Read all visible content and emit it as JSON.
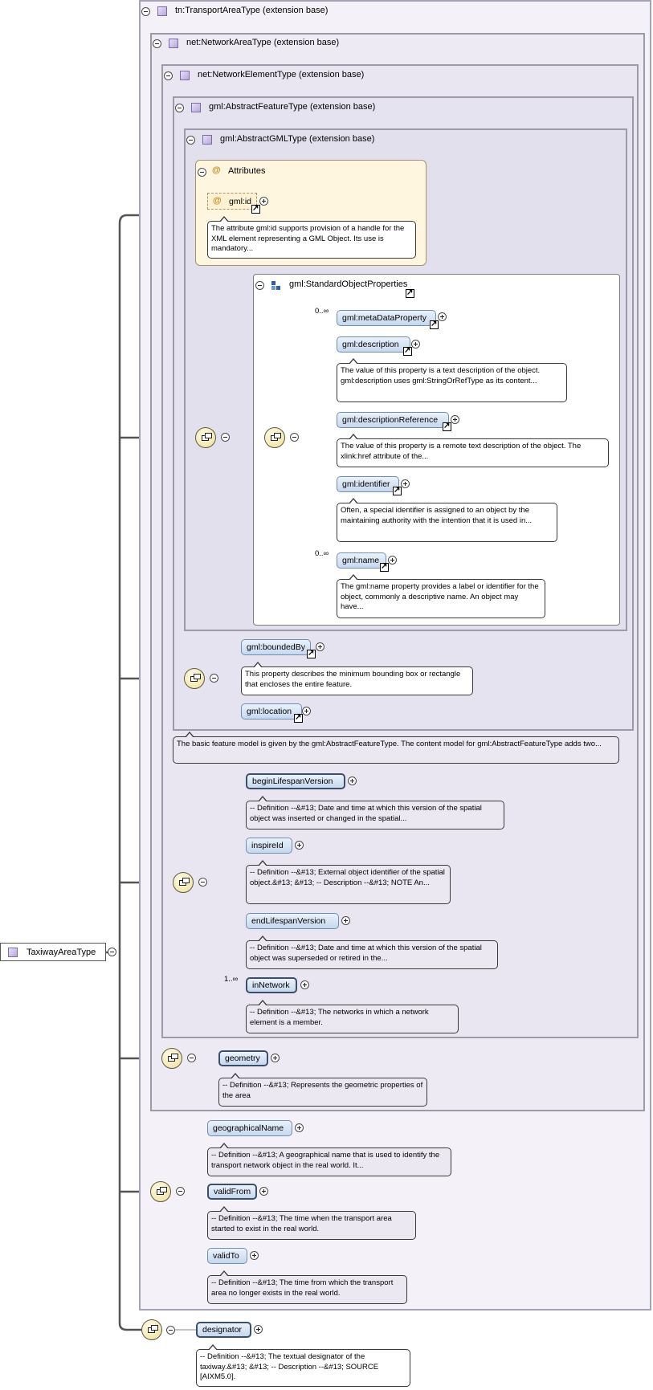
{
  "root": {
    "label": "TaxiwayAreaType"
  },
  "types": {
    "transport": "tn:TransportAreaType (extension base)",
    "network": "net:NetworkAreaType (extension base)",
    "element": "net:NetworkElementType (extension base)",
    "feature": "gml:AbstractFeatureType (extension base)",
    "gml": "gml:AbstractGMLType (extension base)"
  },
  "attributes": {
    "title": "Attributes",
    "id": {
      "label": "gml:id",
      "note": "The attribute gml:id supports provision of a handle for the XML element representing a GML Object. Its use is mandatory..."
    }
  },
  "standard_props": {
    "title": "gml:StandardObjectProperties",
    "meta": {
      "label": "gml:metaDataProperty",
      "mult": "0..∞"
    },
    "description": {
      "label": "gml:description",
      "note": "The value of this property is a text description of the object. gml:description uses gml:StringOrRefType as its content..."
    },
    "descriptionReference": {
      "label": "gml:descriptionReference",
      "note": "The value of this property is a remote text description of the object. The xlink:href attribute of the..."
    },
    "identifier": {
      "label": "gml:identifier",
      "note": "Often, a special identifier is assigned to an object by the maintaining authority with the intention that it is used in..."
    },
    "name": {
      "label": "gml:name",
      "mult": "0..∞",
      "note": "The gml:name property provides a label or identifier for the object, commonly a descriptive name. An object may have..."
    }
  },
  "feature_props": {
    "boundedBy": {
      "label": "gml:boundedBy",
      "note": "This property describes the minimum bounding box or rectangle that encloses the entire feature."
    },
    "location": {
      "label": "gml:location"
    },
    "feature_note": "The basic feature model is given by the gml:AbstractFeatureType. The content model for gml:AbstractFeatureType adds two..."
  },
  "element_props": {
    "begin": {
      "label": "beginLifespanVersion",
      "note": "-- Definition --&#13; Date and time at which this version of the spatial object was inserted or changed in the spatial..."
    },
    "inspireId": {
      "label": "inspireId",
      "note": "-- Definition --&#13; External object identifier of the spatial object.&#13; &#13; -- Description --&#13; NOTE An..."
    },
    "end": {
      "label": "endLifespanVersion",
      "note": "-- Definition --&#13; Date and time at which this version of the spatial object was superseded or retired in the..."
    },
    "inNetwork": {
      "label": "inNetwork",
      "mult": "1..∞",
      "note": "-- Definition --&#13; The networks in which a network element is a member."
    }
  },
  "network_props": {
    "geometry": {
      "label": "geometry",
      "note": "-- Definition --&#13; Represents the geometric properties of the area"
    }
  },
  "transport_props": {
    "geoName": {
      "label": "geographicalName",
      "note": "-- Definition --&#13; A geographical name that is used to identify the transport network object in the real world. It..."
    },
    "validFrom": {
      "label": "validFrom",
      "note": "-- Definition --&#13; The time when the transport area started to exist in the real world."
    },
    "validTo": {
      "label": "validTo",
      "note": "-- Definition --&#13; The time from which the transport area no longer exists in the real world."
    }
  },
  "taxiway_props": {
    "designator": {
      "label": "designator",
      "note": "-- Definition --&#13; The textual designator of the taxiway.&#13; &#13; -- Description --&#13; SOURCE [AIXM5.0]."
    }
  }
}
